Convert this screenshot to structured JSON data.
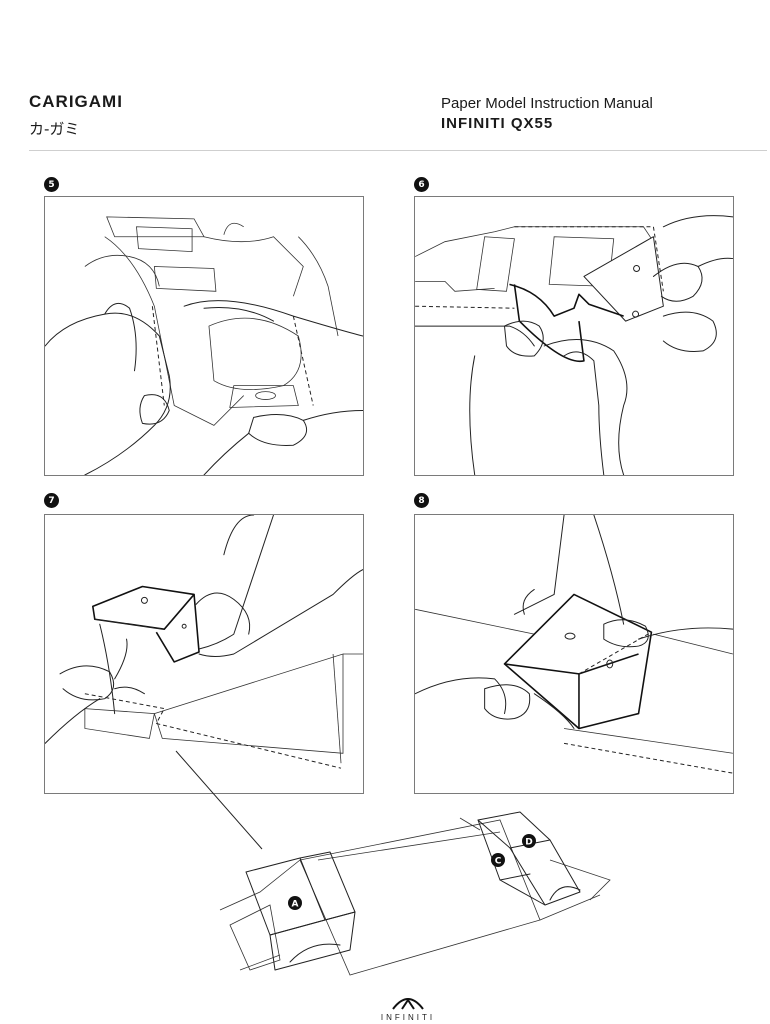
{
  "header": {
    "brand": "CARIGAMI",
    "brand_japanese": "カ-ガミ",
    "manual_title": "Paper Model Instruction Manual",
    "model": "INFINITI QX55"
  },
  "steps": [
    {
      "number": "5"
    },
    {
      "number": "6"
    },
    {
      "number": "7"
    },
    {
      "number": "8"
    }
  ],
  "assembly_labels": [
    "A",
    "C",
    "D"
  ],
  "footer": {
    "logo_text": "INFINITI",
    "icon": "infiniti-logo-icon"
  }
}
